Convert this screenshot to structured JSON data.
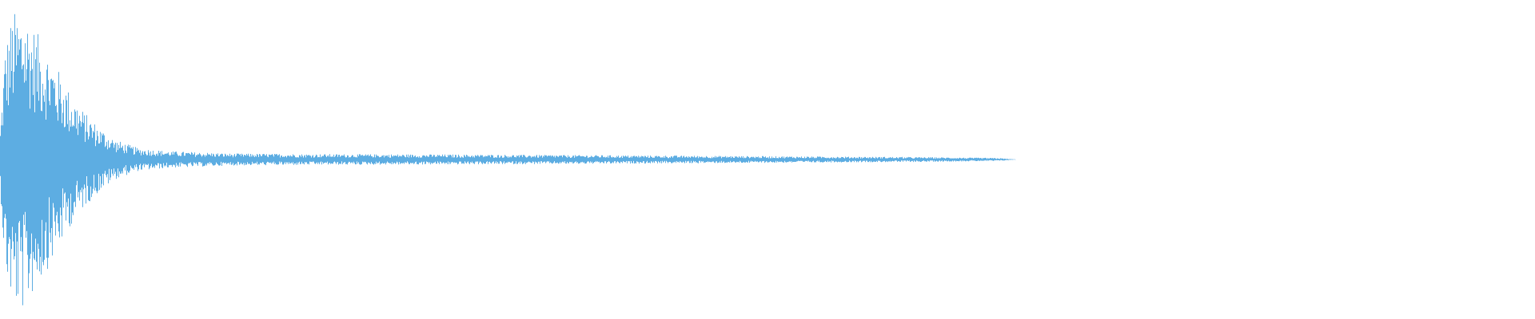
{
  "waveform": {
    "color": "#5DADE2",
    "background": "#FFFFFF",
    "envelope": [
      {
        "t": 0.0,
        "amp": 0.2
      },
      {
        "t": 0.003,
        "amp": 0.75
      },
      {
        "t": 0.008,
        "amp": 0.97
      },
      {
        "t": 0.015,
        "amp": 1.0
      },
      {
        "t": 0.025,
        "amp": 0.82
      },
      {
        "t": 0.035,
        "amp": 0.65
      },
      {
        "t": 0.045,
        "amp": 0.45
      },
      {
        "t": 0.055,
        "amp": 0.31
      },
      {
        "t": 0.065,
        "amp": 0.21
      },
      {
        "t": 0.075,
        "amp": 0.13
      },
      {
        "t": 0.09,
        "amp": 0.075
      },
      {
        "t": 0.11,
        "amp": 0.055
      },
      {
        "t": 0.15,
        "amp": 0.04
      },
      {
        "t": 0.2,
        "amp": 0.036
      },
      {
        "t": 0.3,
        "amp": 0.033
      },
      {
        "t": 0.4,
        "amp": 0.028
      },
      {
        "t": 0.5,
        "amp": 0.022
      },
      {
        "t": 0.6,
        "amp": 0.016
      },
      {
        "t": 0.65,
        "amp": 0.01
      },
      {
        "t": 0.662,
        "amp": 0.0
      },
      {
        "t": 1.0,
        "amp": 0.0
      }
    ]
  }
}
